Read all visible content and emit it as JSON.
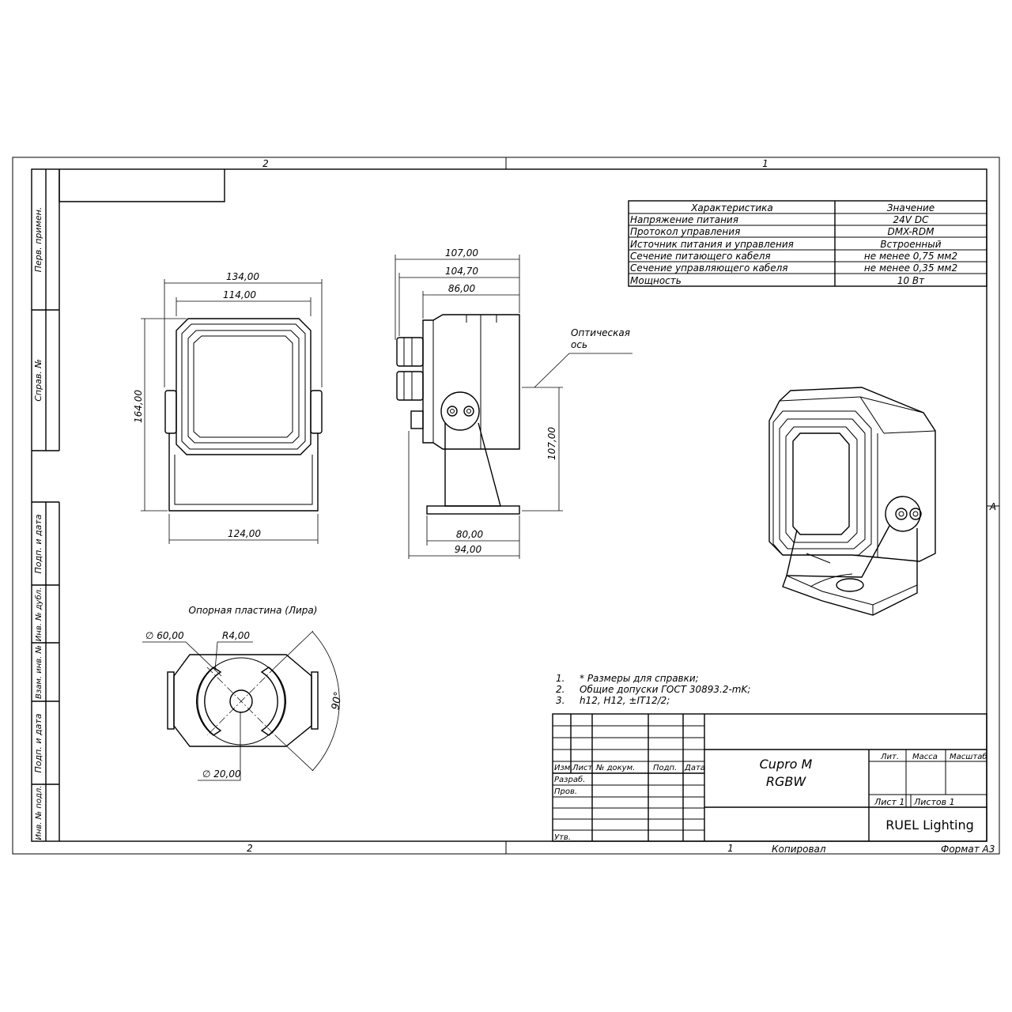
{
  "sheet": {
    "zones_top": [
      "2",
      "1"
    ],
    "zones_bottom": [
      "2",
      "1"
    ],
    "zone_right": "A",
    "side_labels": [
      "Перв. примен.",
      "Справ. №",
      "Подп. и дата",
      "Инв. № дубл.",
      "Взам. инв. №",
      "Подп. и дата",
      "Инв. № подл."
    ],
    "copied": "Копировал",
    "format": "Формат А3"
  },
  "spec_table": {
    "headers": [
      "Характеристика",
      "Значение"
    ],
    "rows": [
      [
        "Напряжение питания",
        "24V DC"
      ],
      [
        "Протокол управления",
        "DMX-RDM"
      ],
      [
        "Источник питания и управления",
        "Встроенный"
      ],
      [
        "Сечение питающего кабеля",
        "не менее 0,75 мм2"
      ],
      [
        "Сечение управляющего кабеля",
        "не менее 0,35 мм2"
      ],
      [
        "Мощность",
        "10 Вт"
      ]
    ]
  },
  "front_view": {
    "dims": {
      "w_overall": "134,00",
      "w_inner": "114,00",
      "height": "164,00",
      "w_base": "124,00"
    }
  },
  "side_view": {
    "dims": {
      "d_overall": "107,00",
      "d_mid": "104,70",
      "d_body": "86,00",
      "axis_height": "107,00",
      "base_inner": "80,00",
      "base_outer": "94,00"
    },
    "optical_axis_line1": "Оптическая",
    "optical_axis_line2": "ось"
  },
  "plate_view": {
    "title": "Опорная пластина (Лира)",
    "dia_outer": "∅ 60,00",
    "radius": "R4,00",
    "angle": "90°",
    "dia_inner": "∅ 20,00"
  },
  "notes": [
    {
      "num": "1.",
      "text": "* Размеры для справки;"
    },
    {
      "num": "2.",
      "text": "Общие допуски ГОСТ 30893.2-mK;"
    },
    {
      "num": "3.",
      "text": "h12, H12, ±IT12/2;"
    }
  ],
  "title_block": {
    "name_line1": "Cupro M",
    "name_line2": "RGBW",
    "col_headers": [
      "Изм.",
      "Лист",
      "№ докум.",
      "Подп.",
      "Дата"
    ],
    "rows": [
      "Разраб.",
      "Пров.",
      "Утв."
    ],
    "lit": "Лит.",
    "mass": "Масса",
    "scale": "Масштаб",
    "sheet": "Лист 1",
    "sheets": "Листов 1",
    "company": "RUEL Lighting"
  }
}
